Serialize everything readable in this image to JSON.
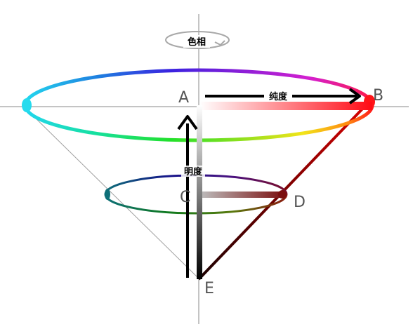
{
  "labels": {
    "hue": "色相",
    "saturation": "纯度",
    "value": "明度"
  },
  "points": {
    "a": "A",
    "b": "B",
    "c": "C",
    "d": "D",
    "e": "E"
  }
}
